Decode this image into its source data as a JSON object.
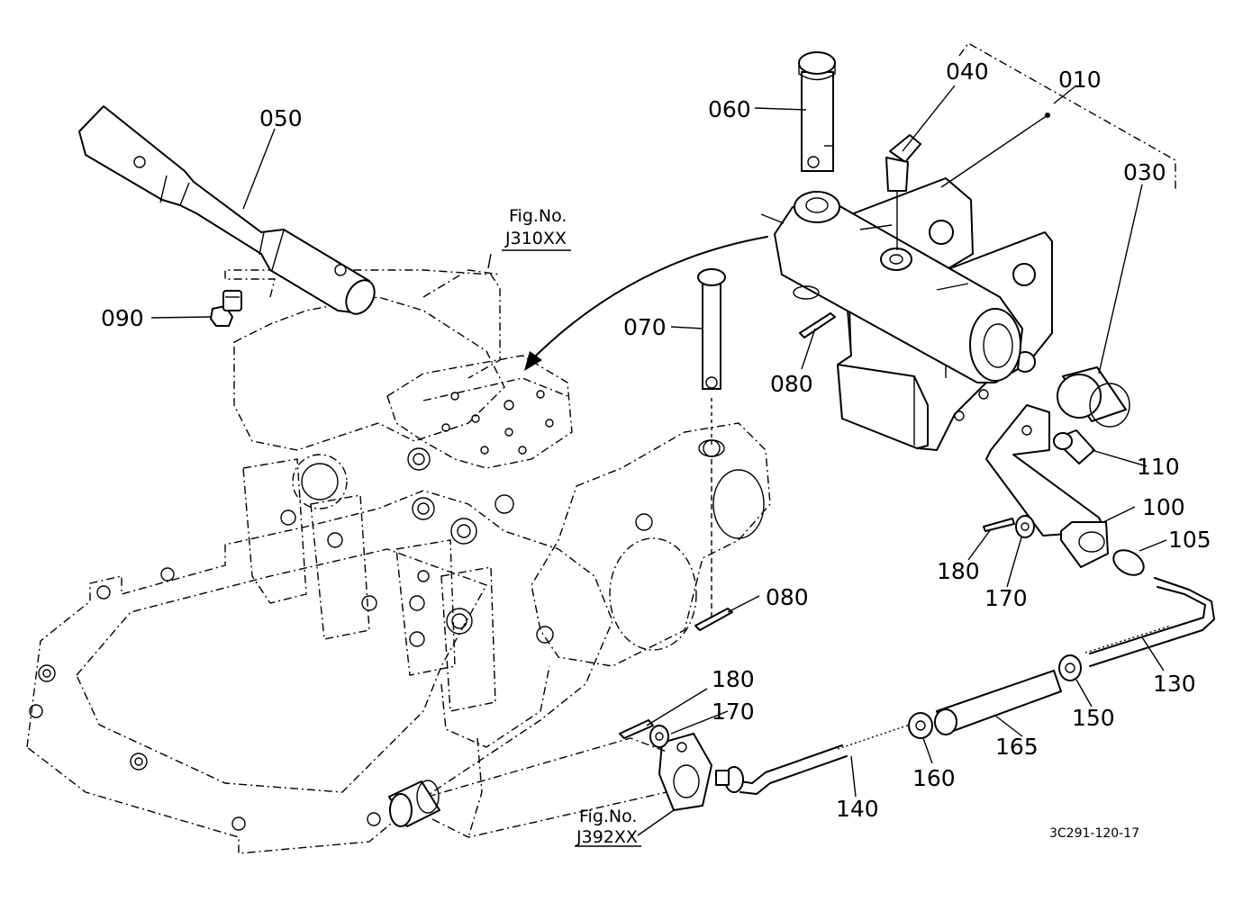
{
  "diagram": {
    "part_labels": {
      "p010": "010",
      "p030": "030",
      "p040": "040",
      "p050": "050",
      "p060": "060",
      "p070": "070",
      "p080a": "080",
      "p080b": "080",
      "p090": "090",
      "p100": "100",
      "p105": "105",
      "p110": "110",
      "p130": "130",
      "p140": "140",
      "p150": "150",
      "p160": "160",
      "p165": "165",
      "p170a": "170",
      "p170b": "170",
      "p180a": "180",
      "p180b": "180"
    },
    "figure_refs": {
      "top": {
        "line1": "Fig.No.",
        "line2": "J310XX"
      },
      "bottom": {
        "line1": "Fig.No.",
        "line2": "J392XX"
      }
    },
    "drawing_code": "3C291-120-17"
  }
}
